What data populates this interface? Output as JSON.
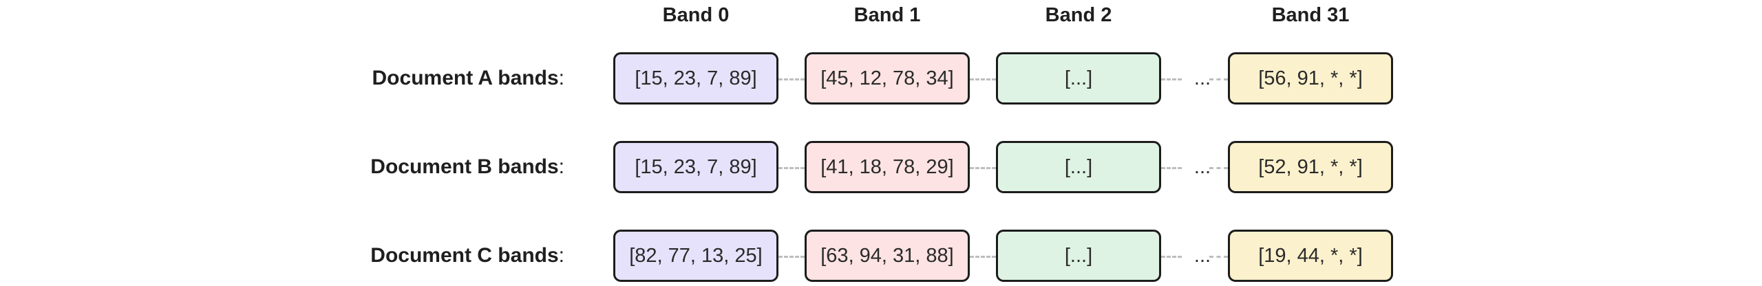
{
  "colors": {
    "band0": "#e6e2fb",
    "band1": "#fde3e3",
    "band2": "#dff3e5",
    "band31": "#fcf1cd"
  },
  "headers": [
    "Band 0",
    "Band 1",
    "Band 2",
    "Band 31"
  ],
  "ellipsis": "...",
  "rows": [
    {
      "label": "Document A bands",
      "colon": ":",
      "bands": [
        "[15, 23, 7, 89]",
        "[45, 12, 78, 34]",
        "[...]",
        "[56, 91, *, *]"
      ]
    },
    {
      "label": "Document B bands",
      "colon": ":",
      "bands": [
        "[15, 23, 7, 89]",
        "[41, 18, 78, 29]",
        "[...]",
        "[52, 91, *, *]"
      ]
    },
    {
      "label": "Document C bands",
      "colon": ":",
      "bands": [
        "[82, 77, 13, 25]",
        "[63, 94, 31, 88]",
        "[...]",
        "[19, 44, *, *]"
      ]
    }
  ]
}
